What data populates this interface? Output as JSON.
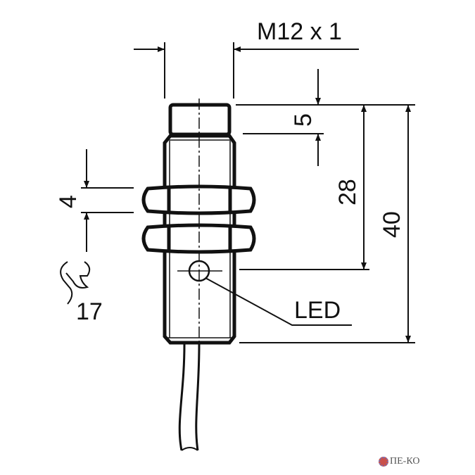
{
  "drawing": {
    "thread_label": "M12 x 1",
    "dim_cap": "5",
    "dim_led": "28",
    "dim_total": "40",
    "dim_nut": "4",
    "wrench_size": "17",
    "led_label": "LED"
  },
  "watermark": {
    "text": "ПЕ-КО"
  },
  "colors": {
    "line": "#111111",
    "logo_red": "#c9504a"
  }
}
